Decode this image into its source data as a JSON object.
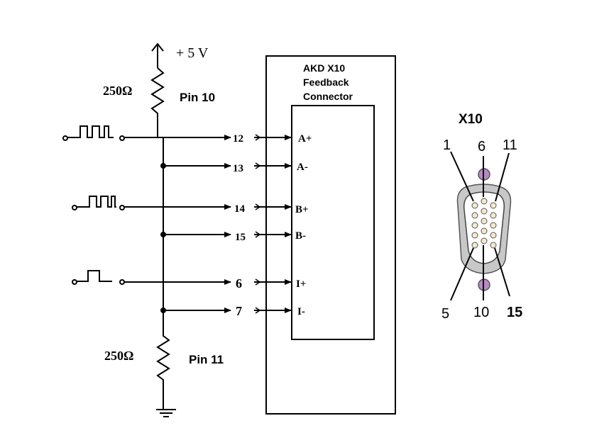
{
  "supply": {
    "voltage": "+ 5 V"
  },
  "resistors": {
    "top": {
      "value": "250Ω",
      "pin": "Pin 10"
    },
    "bottom": {
      "value": "250Ω",
      "pin": "Pin 11"
    }
  },
  "signals": [
    {
      "pin": "12",
      "channel": "A+"
    },
    {
      "pin": "13",
      "channel": "A-"
    },
    {
      "pin": "14",
      "channel": "B+"
    },
    {
      "pin": "15",
      "channel": "B-"
    },
    {
      "pin": "6",
      "channel": "I+"
    },
    {
      "pin": "7",
      "channel": "I-"
    }
  ],
  "connector": {
    "title_line1": "AKD X10",
    "title_line2": "Feedback",
    "title_line3": "Connector"
  },
  "x10": {
    "title": "X10",
    "pin_labels": {
      "p1": "1",
      "p6": "6",
      "p11": "11",
      "p5": "5",
      "p10": "10",
      "p15": "15"
    },
    "colors": {
      "shell": "#c8c8c8",
      "pin_fill": "#f4e9cc",
      "screw": "#b889c4"
    }
  }
}
